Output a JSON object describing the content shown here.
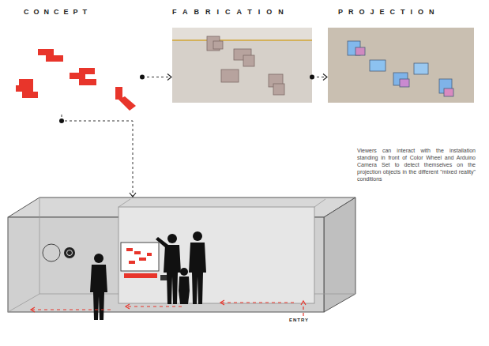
{
  "diagram": {
    "nodes": [
      {
        "text": [
          "CONCEPT"
        ]
      },
      {
        "text": [
          "FABRICATION"
        ]
      },
      {
        "text": [
          "PROJECTION"
        ]
      },
      {
        "text": [
          "ENTRY"
        ]
      }
    ],
    "edges": [
      {
        "from": 0,
        "to": 1,
        "arrow": "to"
      },
      {
        "from": 1,
        "to": 2,
        "arrow": "to"
      },
      {
        "from": 0,
        "to": 3,
        "arrow": "to"
      }
    ],
    "labels": [
      "Viewers can interact with the installation standing in front of Color Wheel and Arduino Camera Set to detect themselves on the projection objects in the different \"mixed reality\" conditions"
    ]
  }
}
